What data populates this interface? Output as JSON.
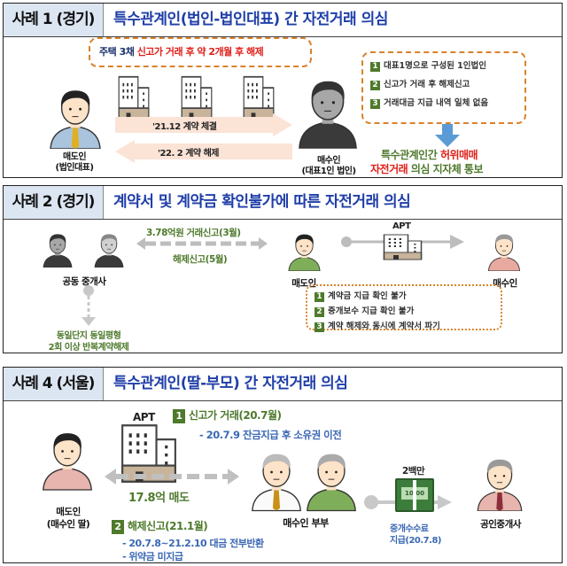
{
  "case1": {
    "label": "사례 1 (경기)",
    "title": "특수관계인(법인-법인대표) 간 자전거래 의심",
    "note_prefix": "주택 3채",
    "note_red": "신고가 거래 후 약 2개월 후 해제",
    "seller_label": "매도인",
    "seller_sub": "(법인대표)",
    "buyer_label": "매수인",
    "buyer_sub": "(대표1인 법인)",
    "arrow_right": "'21.12 계약 체결",
    "arrow_left": "'22. 2 계약 해제",
    "items": [
      {
        "num": "1",
        "text": "대표1명으로 구성된 1인법인"
      },
      {
        "num": "2",
        "text": "신고가 거래 후 해제신고"
      },
      {
        "num": "3",
        "text": "거래대금 지급 내역 일체 없음"
      }
    ],
    "result_line1_green": "특수관계인간",
    "result_line1_red": "허위매매",
    "result_line2_red": "자전거래",
    "result_line2_green": "의심 지자체 통보"
  },
  "case2": {
    "label": "사례 2 (경기)",
    "title": "계약서 및 계약금 확인불가에 따른 자전거래 의심",
    "agents_label": "공동 중개사",
    "report_top": "3.78억원 거래신고(3월)",
    "report_bottom": "해제신고(5월)",
    "seller_label": "매도인",
    "apt_label": "APT",
    "buyer_label": "매수인",
    "repeat_line1": "동일단지 동일평형",
    "repeat_line2": "2회 이상 반복계약해제",
    "items": [
      {
        "num": "1",
        "text": "계약금 지급 확인 불가"
      },
      {
        "num": "2",
        "text": "중개보수 지급 확인 불가"
      },
      {
        "num": "3",
        "text": "계약 해제와 동시에 계약서 파기"
      }
    ]
  },
  "case4": {
    "label": "사례 4 (서울)",
    "title": "특수관계인(딸-부모) 간 자전거래 의심",
    "apt_label": "APT",
    "step1_num": "1",
    "step1_title": "신고가 거래(20.7월)",
    "step1_detail": "- 20.7.9 잔금지급 후 소유권 이전",
    "sale_label": "17.8억 매도",
    "seller_label": "매도인",
    "seller_sub": "(매수인 딸)",
    "buyers_label": "매수인 부부",
    "fee_amount": "2백만",
    "money_text": "10 00",
    "fee_line1": "중개수수료",
    "fee_line2": "지급(20.7.8)",
    "broker_label": "공인중개사",
    "step2_num": "2",
    "step2_title": "해제신고(21.1월)",
    "step2_details": [
      "- 20.7.8~21.2.10 대금 전부반환",
      "- 위약금 미지급"
    ]
  }
}
